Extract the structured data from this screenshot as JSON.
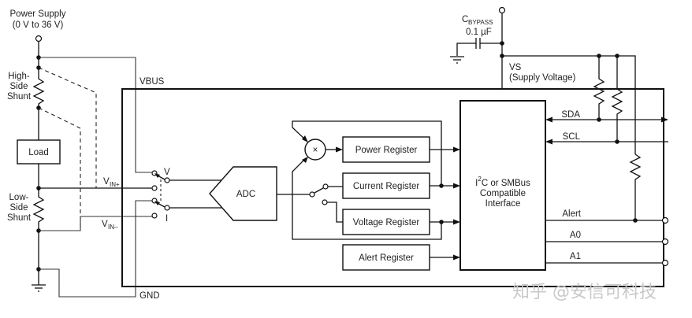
{
  "diagram": {
    "power_supply": {
      "title": "Power Supply",
      "range": "(0 V to 36 V)"
    },
    "high_side_shunt": [
      "High-",
      "Side",
      "Shunt"
    ],
    "low_side_shunt": [
      "Low-",
      "Side",
      "Shunt"
    ],
    "load": "Load",
    "pins": {
      "vbus": "VBUS",
      "gnd": "GND",
      "vin_plus": {
        "main": "V",
        "sub": "IN+"
      },
      "vin_minus": {
        "main": "V",
        "sub": "IN–"
      },
      "vs": "VS",
      "vs_desc": "(Supply Voltage)",
      "sda": "SDA",
      "scl": "SCL",
      "alert": "Alert",
      "a0": "A0",
      "a1": "A1"
    },
    "switch_labels": {
      "v": "V",
      "i": "I"
    },
    "bypass_cap": {
      "name_main": "C",
      "name_sub": "BYPASS",
      "value": "0.1 µF"
    },
    "blocks": {
      "adc": "ADC",
      "multiplier": "×",
      "power_register": "Power Register",
      "current_register": "Current Register",
      "voltage_register": "Voltage Register",
      "alert_register": "Alert Register",
      "interface": {
        "line1_pre": "I",
        "line1_sup": "2",
        "line1_post": "C or SMBus",
        "line2": "Compatible",
        "line3": "Interface"
      }
    },
    "watermark": "知乎 @安信可科技"
  }
}
